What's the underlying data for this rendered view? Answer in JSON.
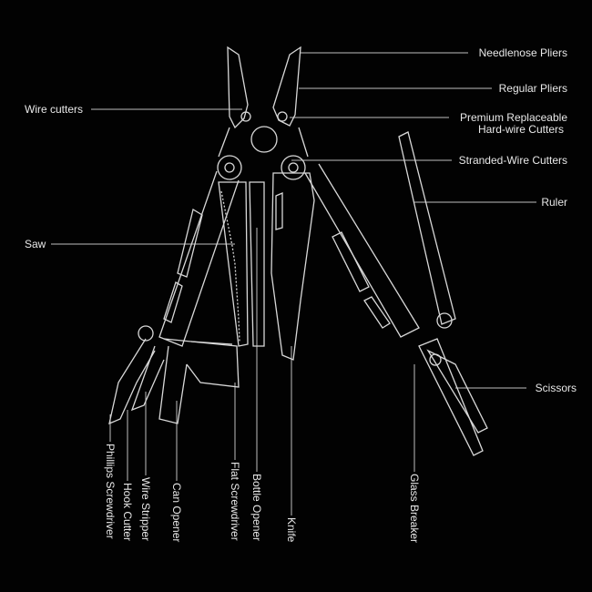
{
  "labels": {
    "needlenose_pliers": "Needlenose Pliers",
    "regular_pliers": "Regular Pliers",
    "premium_line1": "Premium Replaceable",
    "premium_line2": "Hard-wire Cutters",
    "stranded_wire_cutters": "Stranded-Wire Cutters",
    "ruler": "Ruler",
    "scissors": "Scissors",
    "wire_cutters": "Wire cutters",
    "saw": "Saw",
    "phillips_screwdriver": "Phillips Screwdriver",
    "hook_cutter": "Hook Cutter",
    "wire_stripper": "Wire Stripper",
    "can_opener": "Can Opener",
    "flat_screwdriver": "Flat Screwdriver",
    "bottle_opener": "Bottle Opener",
    "knife": "Knife",
    "glass_breaker": "Glass Breaker"
  },
  "colors": {
    "background": "#020202",
    "line": "#d8d8d8"
  }
}
